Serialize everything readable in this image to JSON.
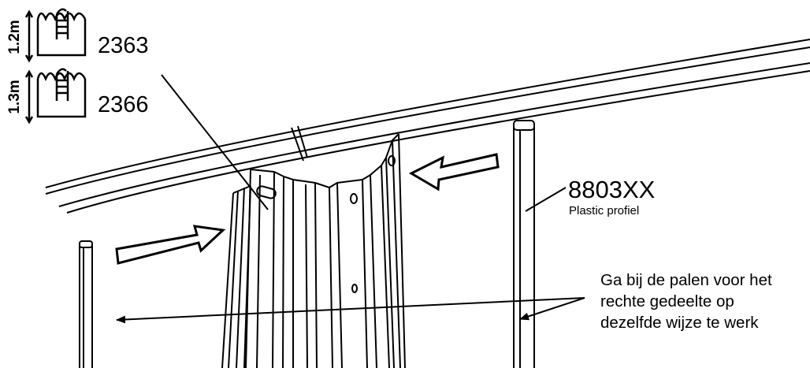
{
  "pools": [
    {
      "height": "1.2m",
      "code": "2363"
    },
    {
      "height": "1.3m",
      "code": "2366"
    }
  ],
  "profile": {
    "code": "8803XX",
    "name": "Plastic profiel"
  },
  "note": {
    "lines": [
      "Ga bij de palen voor het",
      "rechte gedeelte op",
      "dezelfde wijze te werk"
    ]
  },
  "colors": {
    "line": "#000000",
    "background": "#ffffff"
  }
}
